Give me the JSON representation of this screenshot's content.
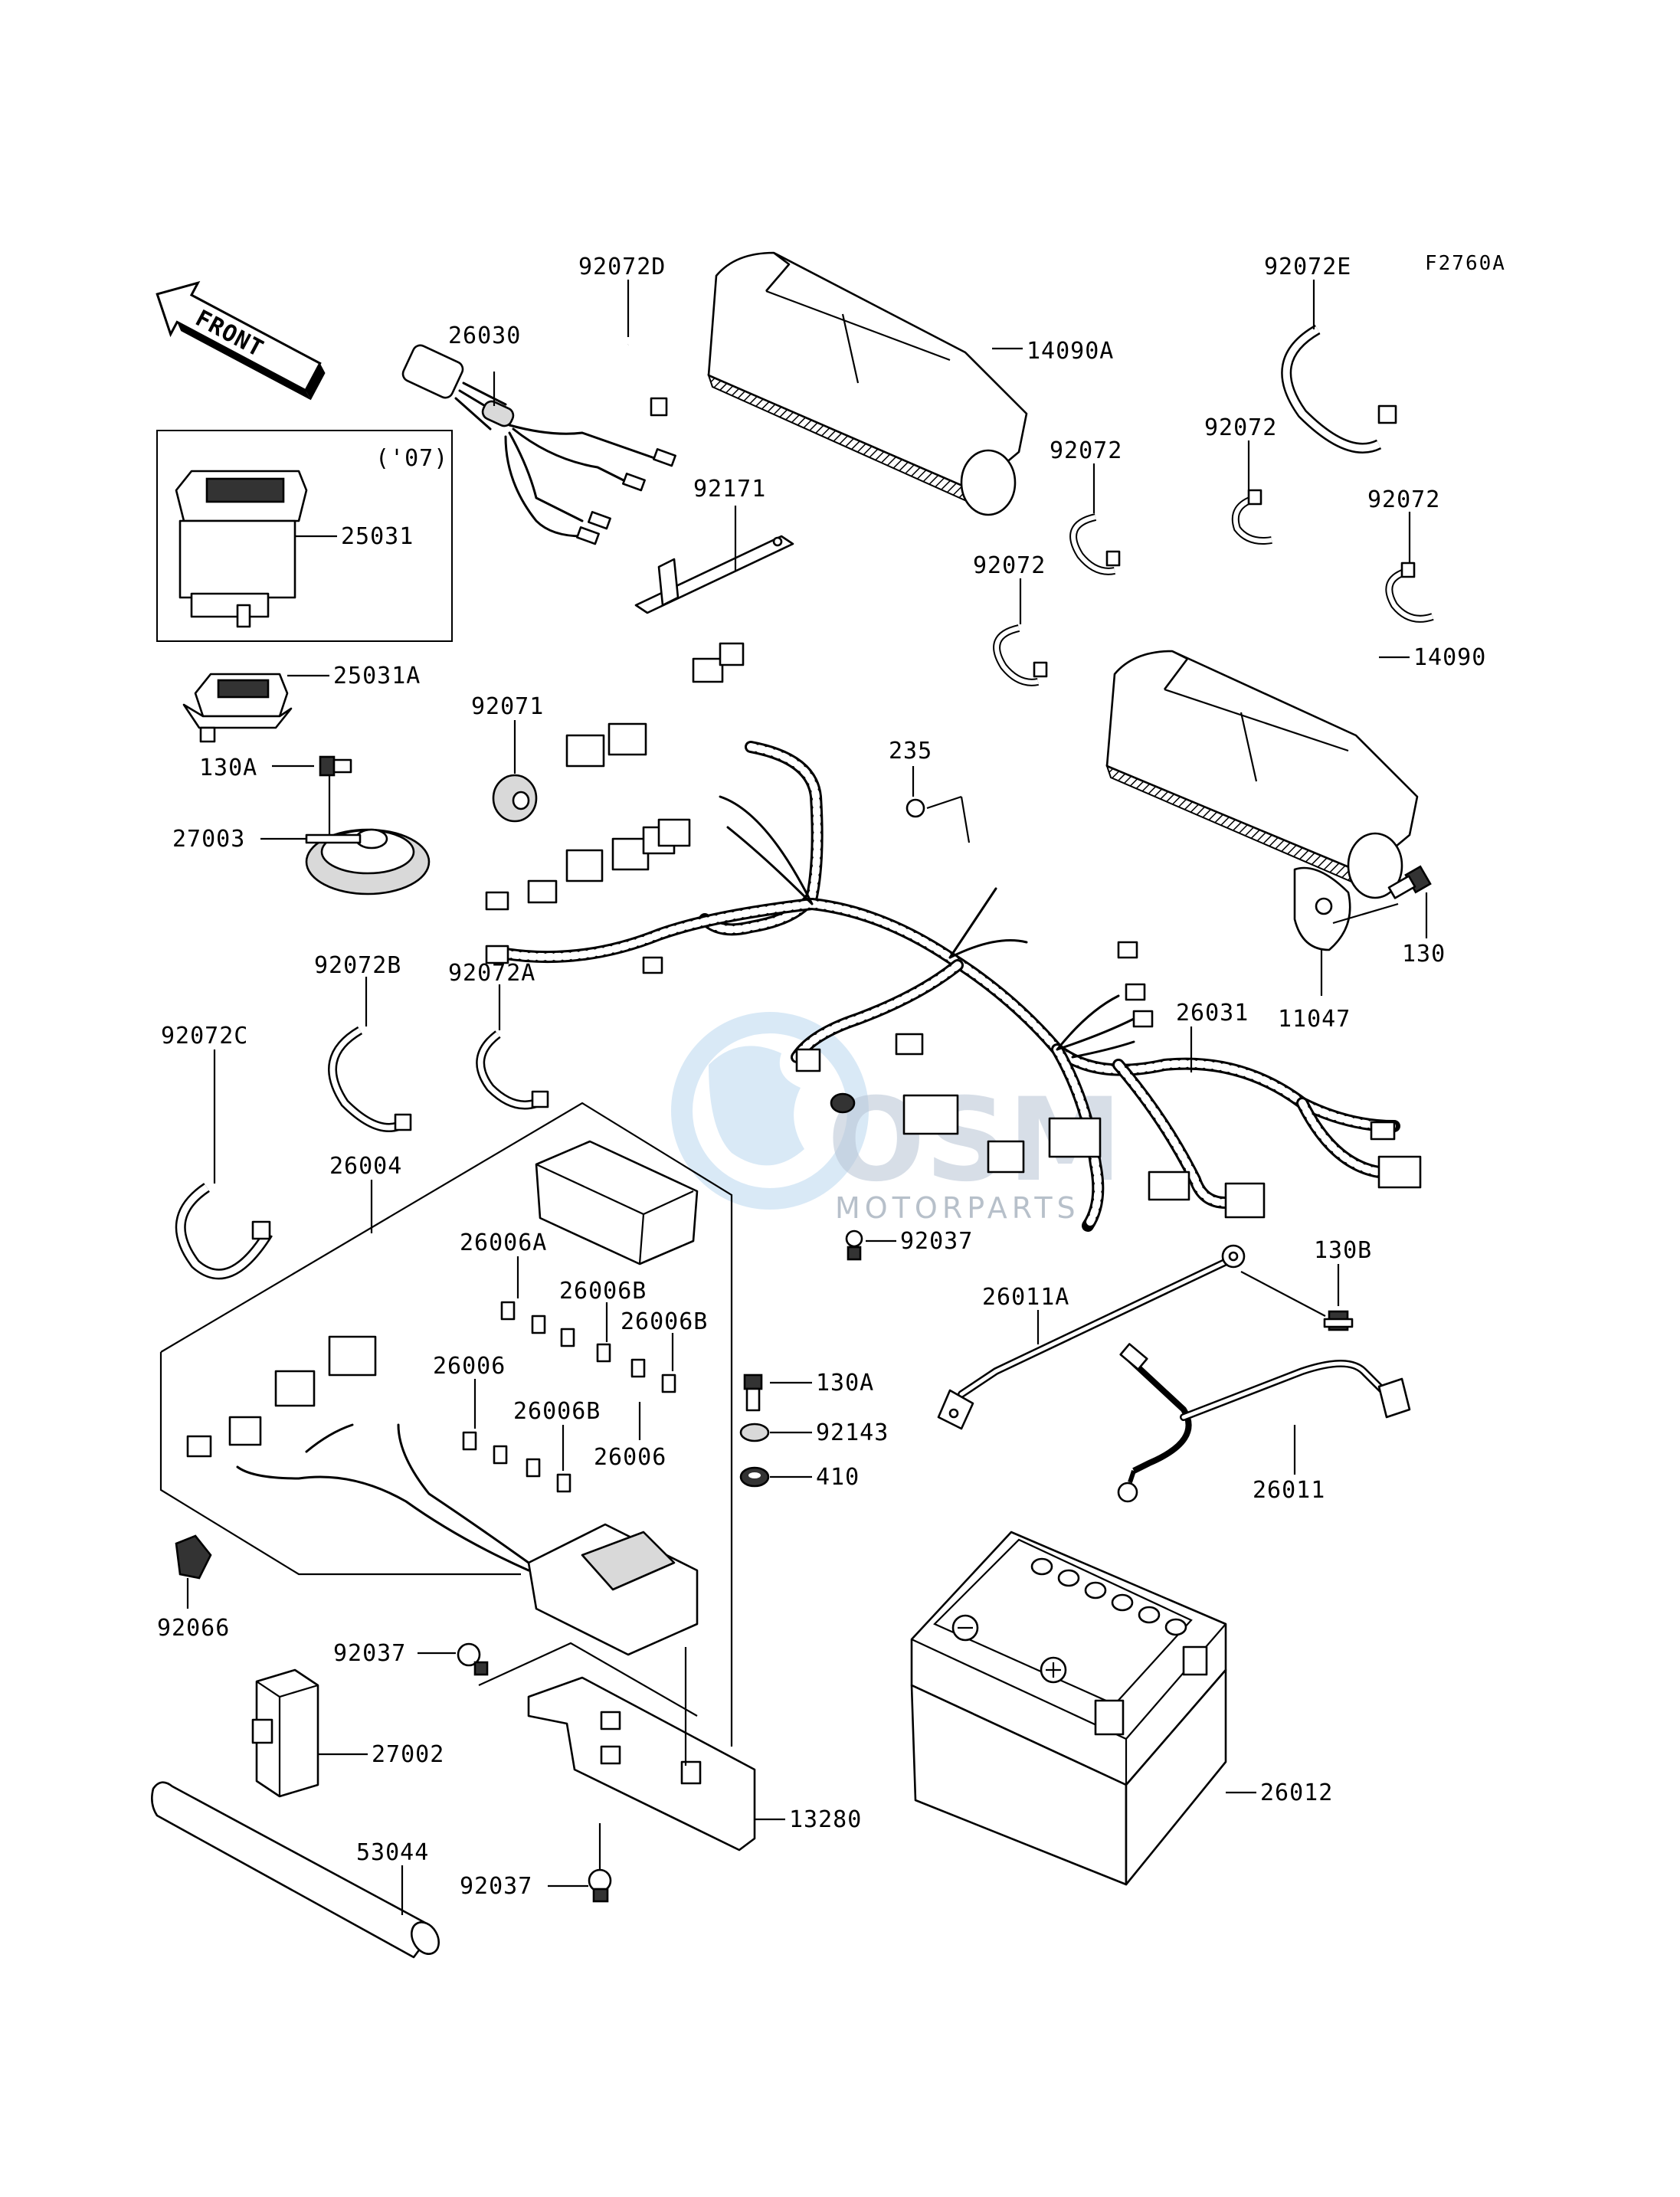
{
  "diagram_code": "F2760A",
  "front_label": "FRONT",
  "model_year_note": "('07)",
  "watermark": {
    "brand": "OSM",
    "sub": "MOTORPARTS",
    "color": "#5ba3d9"
  },
  "parts": {
    "p92072D": "92072D",
    "p26030": "26030",
    "p14090A": "14090A",
    "p92072E": "92072E",
    "p92072_a": "92072",
    "p92072_b": "92072",
    "p92072_c": "92072",
    "p92072_d": "92072",
    "p14090": "14090",
    "p25031": "25031",
    "p92171": "92171",
    "p25031A": "25031A",
    "p92071": "92071",
    "p130A_top": "130A",
    "p235": "235",
    "p27003": "27003",
    "p130": "130",
    "p11047": "11047",
    "p92072B": "92072B",
    "p92072A": "92072A",
    "p92072C": "92072C",
    "p26031": "26031",
    "p26004": "26004",
    "p26006A": "26006A",
    "p92037_mid": "92037",
    "p130B": "130B",
    "p26006B_a": "26006B",
    "p26006B_b": "26006B",
    "p26011A": "26011A",
    "p26006_a": "26006",
    "p26006B_c": "26006B",
    "p26006_b": "26006",
    "p130A_mid": "130A",
    "p92143": "92143",
    "p26011": "26011",
    "p410": "410",
    "p92066": "92066",
    "p92037_low": "92037",
    "p27002": "27002",
    "p26012": "26012",
    "p13280": "13280",
    "p53044": "53044",
    "p92037_bot": "92037"
  }
}
